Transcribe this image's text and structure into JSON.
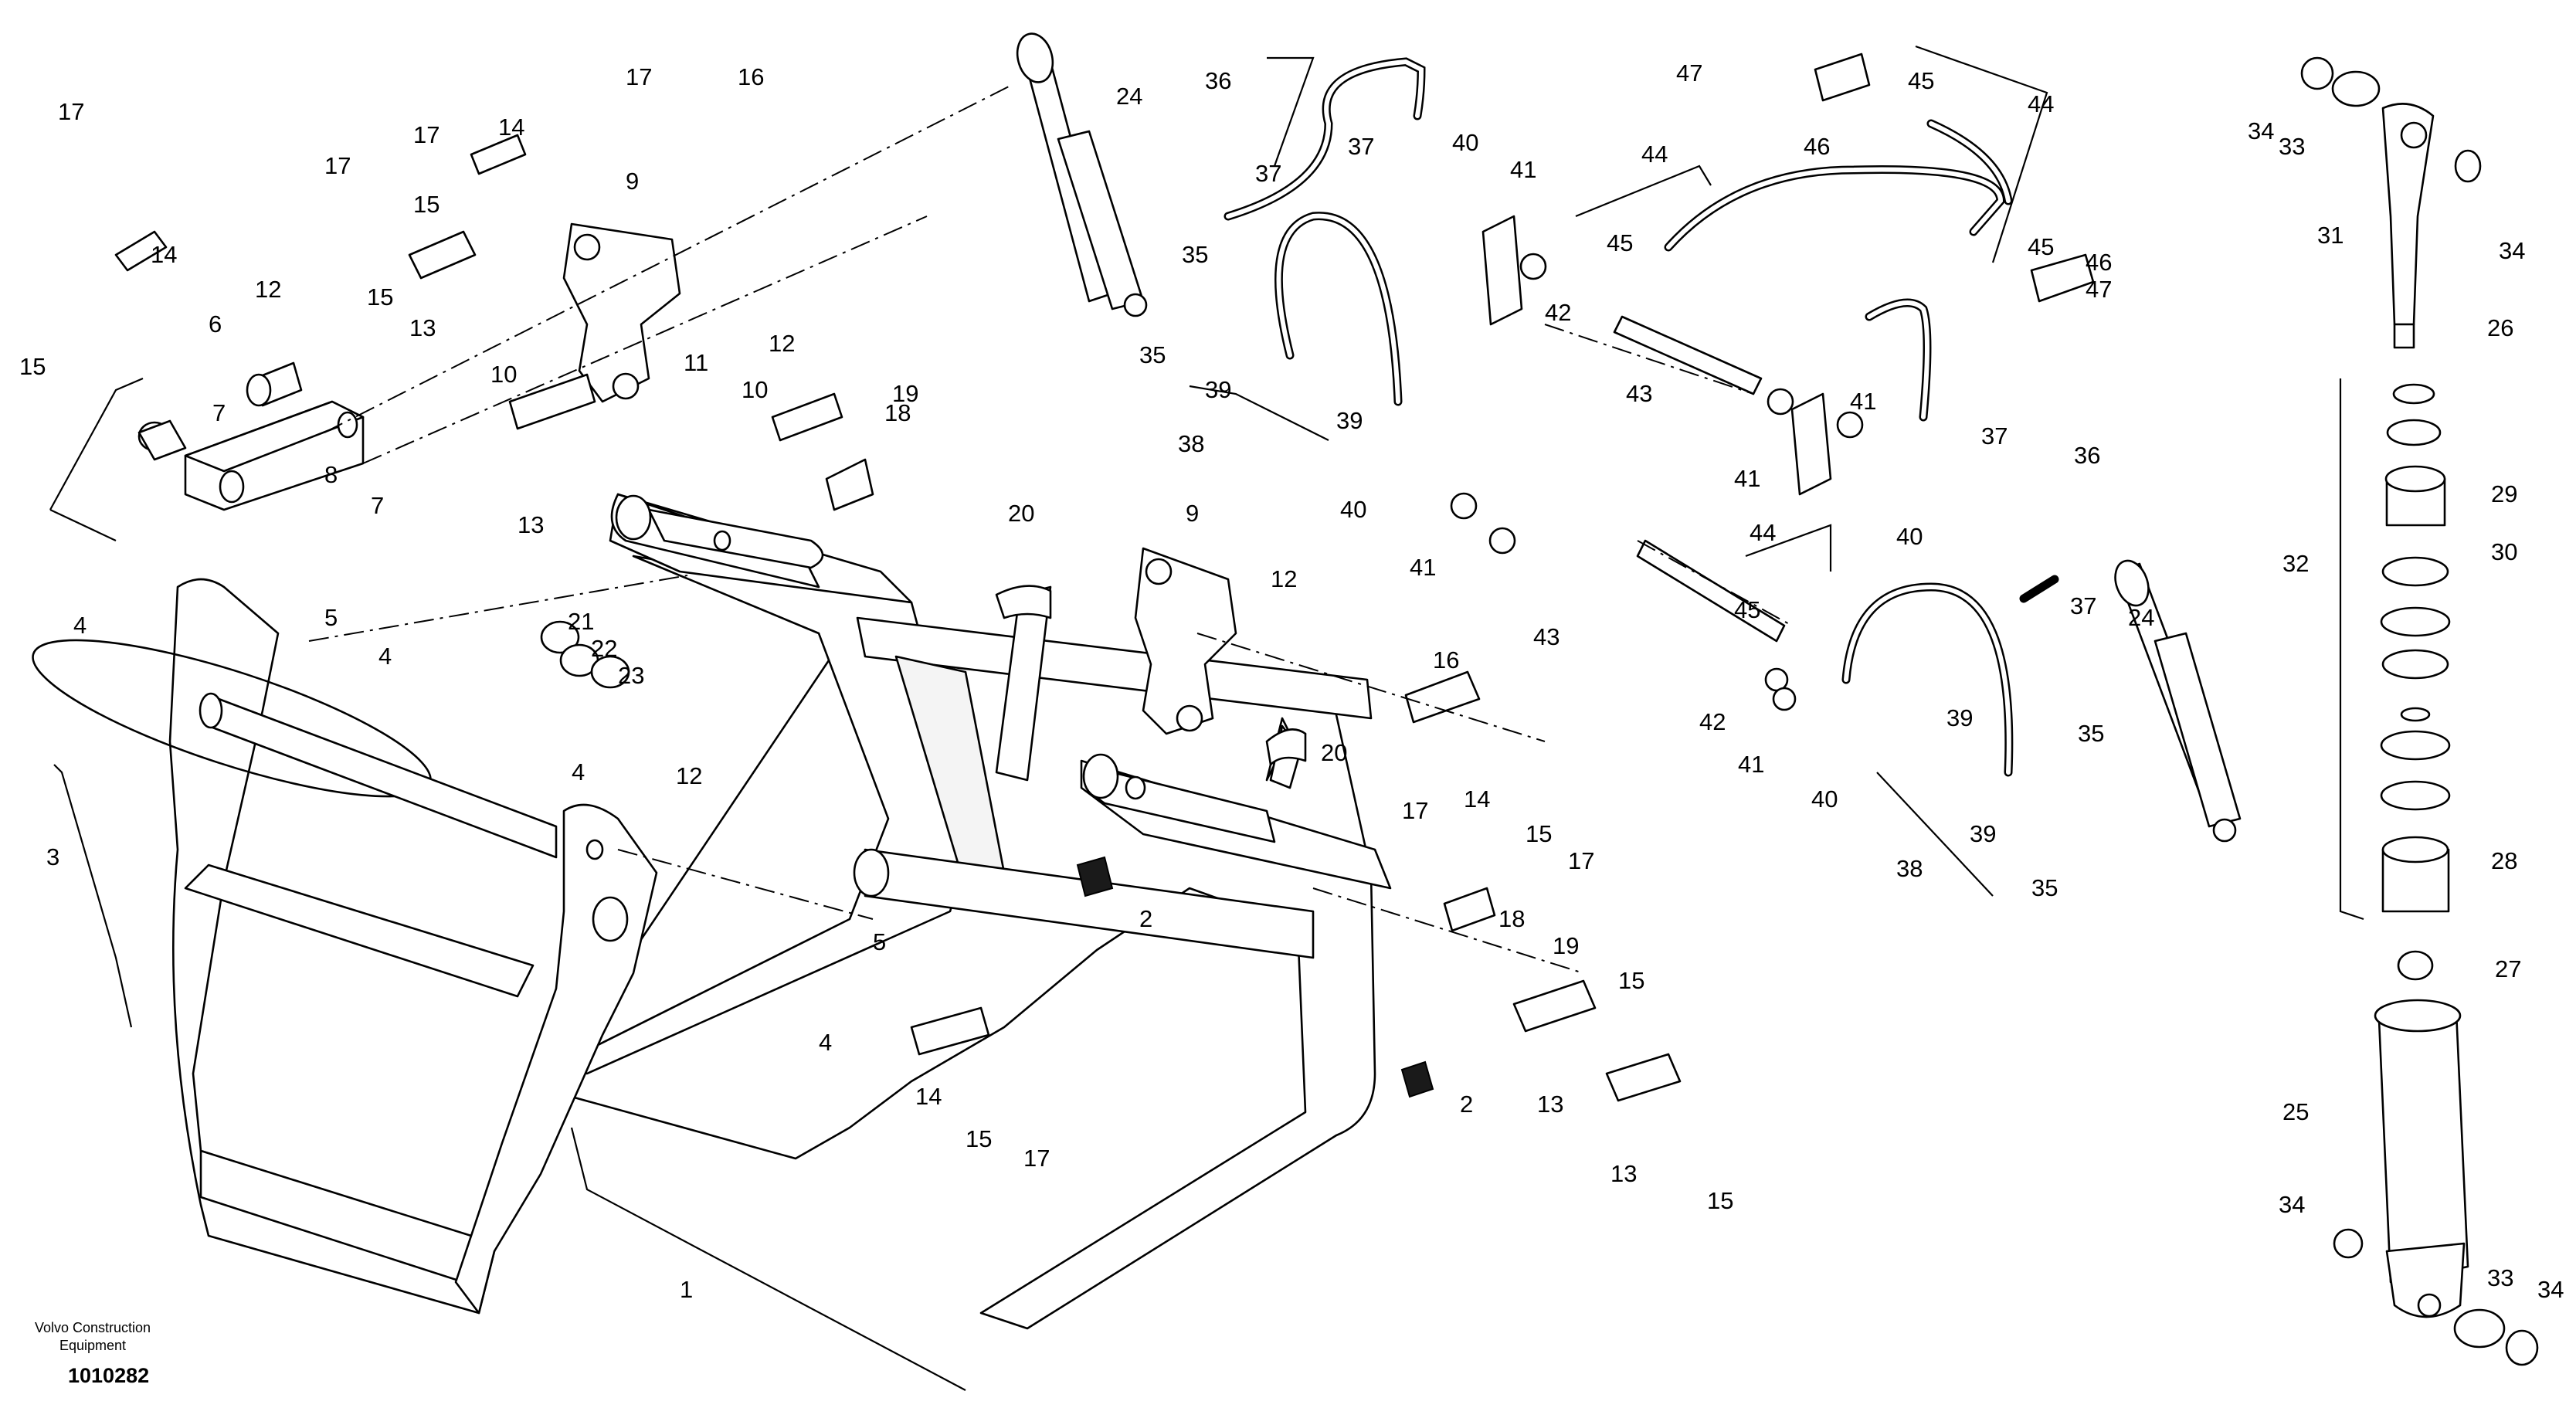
{
  "footer": {
    "brand_line1": "Volvo Construction",
    "brand_line2": "Equipment",
    "drawing_number": "1010282"
  },
  "callouts": [
    "1",
    "2",
    "2",
    "3",
    "4",
    "4",
    "4",
    "4",
    "5",
    "5",
    "6",
    "7",
    "7",
    "8",
    "9",
    "9",
    "10",
    "10",
    "11",
    "12",
    "12",
    "12",
    "12",
    "13",
    "13",
    "13",
    "13",
    "14",
    "14",
    "14",
    "14",
    "15",
    "15",
    "15",
    "15",
    "15",
    "15",
    "15",
    "16",
    "16",
    "17",
    "17",
    "17",
    "17",
    "17",
    "17",
    "17",
    "18",
    "18",
    "19",
    "19",
    "20",
    "20",
    "21",
    "22",
    "23",
    "24",
    "24",
    "25",
    "26",
    "27",
    "28",
    "29",
    "30",
    "31",
    "32",
    "33",
    "33",
    "34",
    "34",
    "34",
    "34",
    "35",
    "35",
    "35",
    "35",
    "36",
    "36",
    "37",
    "37",
    "37",
    "37",
    "38",
    "38",
    "39",
    "39",
    "39",
    "39",
    "40",
    "40",
    "40",
    "40",
    "41",
    "41",
    "41",
    "41",
    "41",
    "42",
    "42",
    "43",
    "43",
    "44",
    "44",
    "44",
    "45",
    "45",
    "45",
    "45",
    "46",
    "46",
    "47",
    "47"
  ]
}
